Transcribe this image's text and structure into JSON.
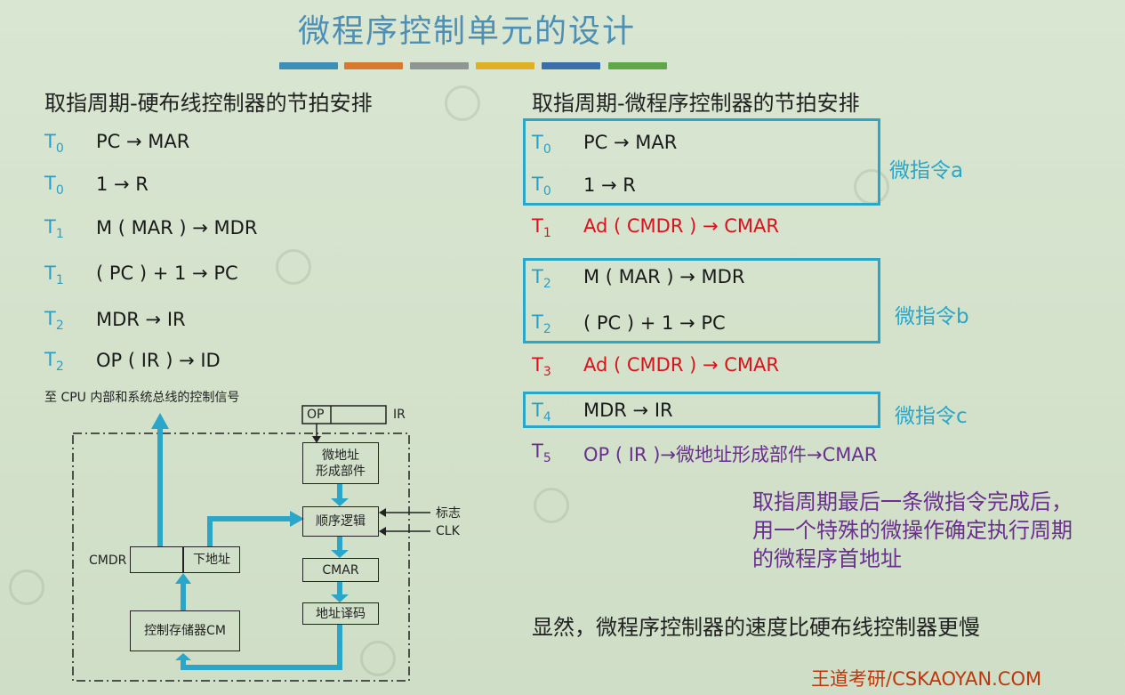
{
  "title": "微程序控制单元的设计",
  "color_bars": [
    "#3d8fb8",
    "#d77a2e",
    "#8f9691",
    "#e0b024",
    "#3a6fa9",
    "#5ea84a"
  ],
  "left": {
    "heading": "取指周期-硬布线控制器的节拍安排",
    "rows": [
      {
        "t": "T",
        "sub": "0",
        "op": "PC → MAR"
      },
      {
        "t": "T",
        "sub": "0",
        "op": "1 → R"
      },
      {
        "t": "T",
        "sub": "1",
        "op": "M ( MAR ) → MDR"
      },
      {
        "t": "T",
        "sub": "1",
        "op": "( PC ) + 1 → PC"
      },
      {
        "t": "T",
        "sub": "2",
        "op": "MDR → IR"
      },
      {
        "t": "T",
        "sub": "2",
        "op": "OP ( IR ) → ID"
      }
    ]
  },
  "right": {
    "heading": "取指周期-微程序控制器的节拍安排",
    "rows": [
      {
        "t": "T",
        "sub": "0",
        "op": "PC → MAR"
      },
      {
        "t": "T",
        "sub": "0",
        "op": "1 → R"
      },
      {
        "t": "T",
        "sub": "1",
        "op": "Ad ( CMDR ) → CMAR"
      },
      {
        "t": "T",
        "sub": "2",
        "op": "M ( MAR ) → MDR"
      },
      {
        "t": "T",
        "sub": "2",
        "op": "( PC ) + 1 → PC"
      },
      {
        "t": "T",
        "sub": "3",
        "op": "Ad ( CMDR ) → CMAR"
      },
      {
        "t": "T",
        "sub": "4",
        "op": "MDR → IR"
      },
      {
        "t": "T",
        "sub": "5",
        "op": "OP ( IR )→微地址形成部件→CMAR"
      }
    ],
    "micro_labels": [
      "微指令a",
      "微指令b",
      "微指令c"
    ]
  },
  "note": "取指周期最后一条微指令完成后，用一个特殊的微操作确定执行周期的微程序首地址",
  "conclusion": "显然，微程序控制器的速度比硬布线控制器更慢",
  "diagram": {
    "signal_label": "至 CPU 内部和系统总线的控制信号",
    "op_label": "OP",
    "ir_label": "IR",
    "micro_addr_unit": "微地址\n形成部件",
    "seq_logic": "顺序逻辑",
    "flag_label": "标志",
    "clk_label": "CLK",
    "cmar_label": "CMAR",
    "addr_decode": "地址译码",
    "cmdr_label": "CMDR",
    "next_addr": "下地址",
    "cm_label": "控制存储器CM"
  },
  "footer": "王道考研/CSKAOYAN.COM"
}
